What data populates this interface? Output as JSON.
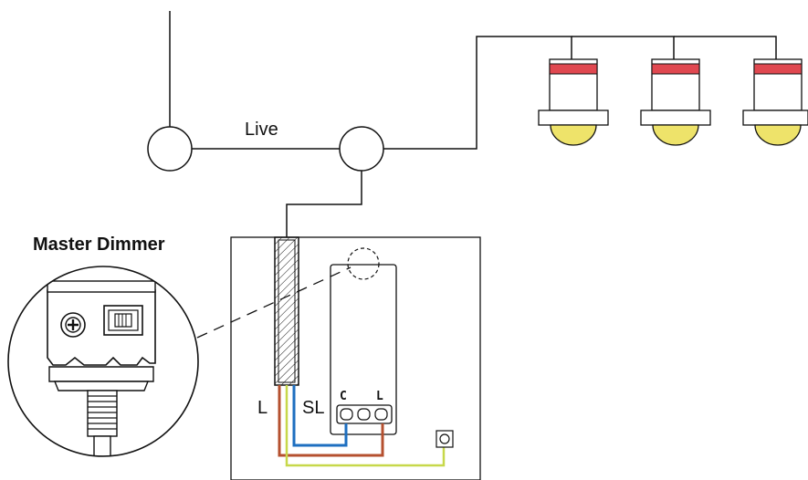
{
  "labels": {
    "live": "Live",
    "master_dimmer": "Master Dimmer",
    "terminal_l": "L",
    "terminal_sl": "SL",
    "dimmer_c": "C",
    "dimmer_l": "L"
  },
  "colors": {
    "line": "#111111",
    "brown_wire": "#b5502f",
    "blue_wire": "#1e6fc0",
    "earth_wire": "#c7d84a",
    "lamp_band": "#e04850",
    "lamp_lens": "#eee36a"
  },
  "icons": [
    "downlight-icon",
    "junction-box-icon",
    "screw-icon",
    "dimmer-module-icon",
    "earth-terminal-icon"
  ]
}
